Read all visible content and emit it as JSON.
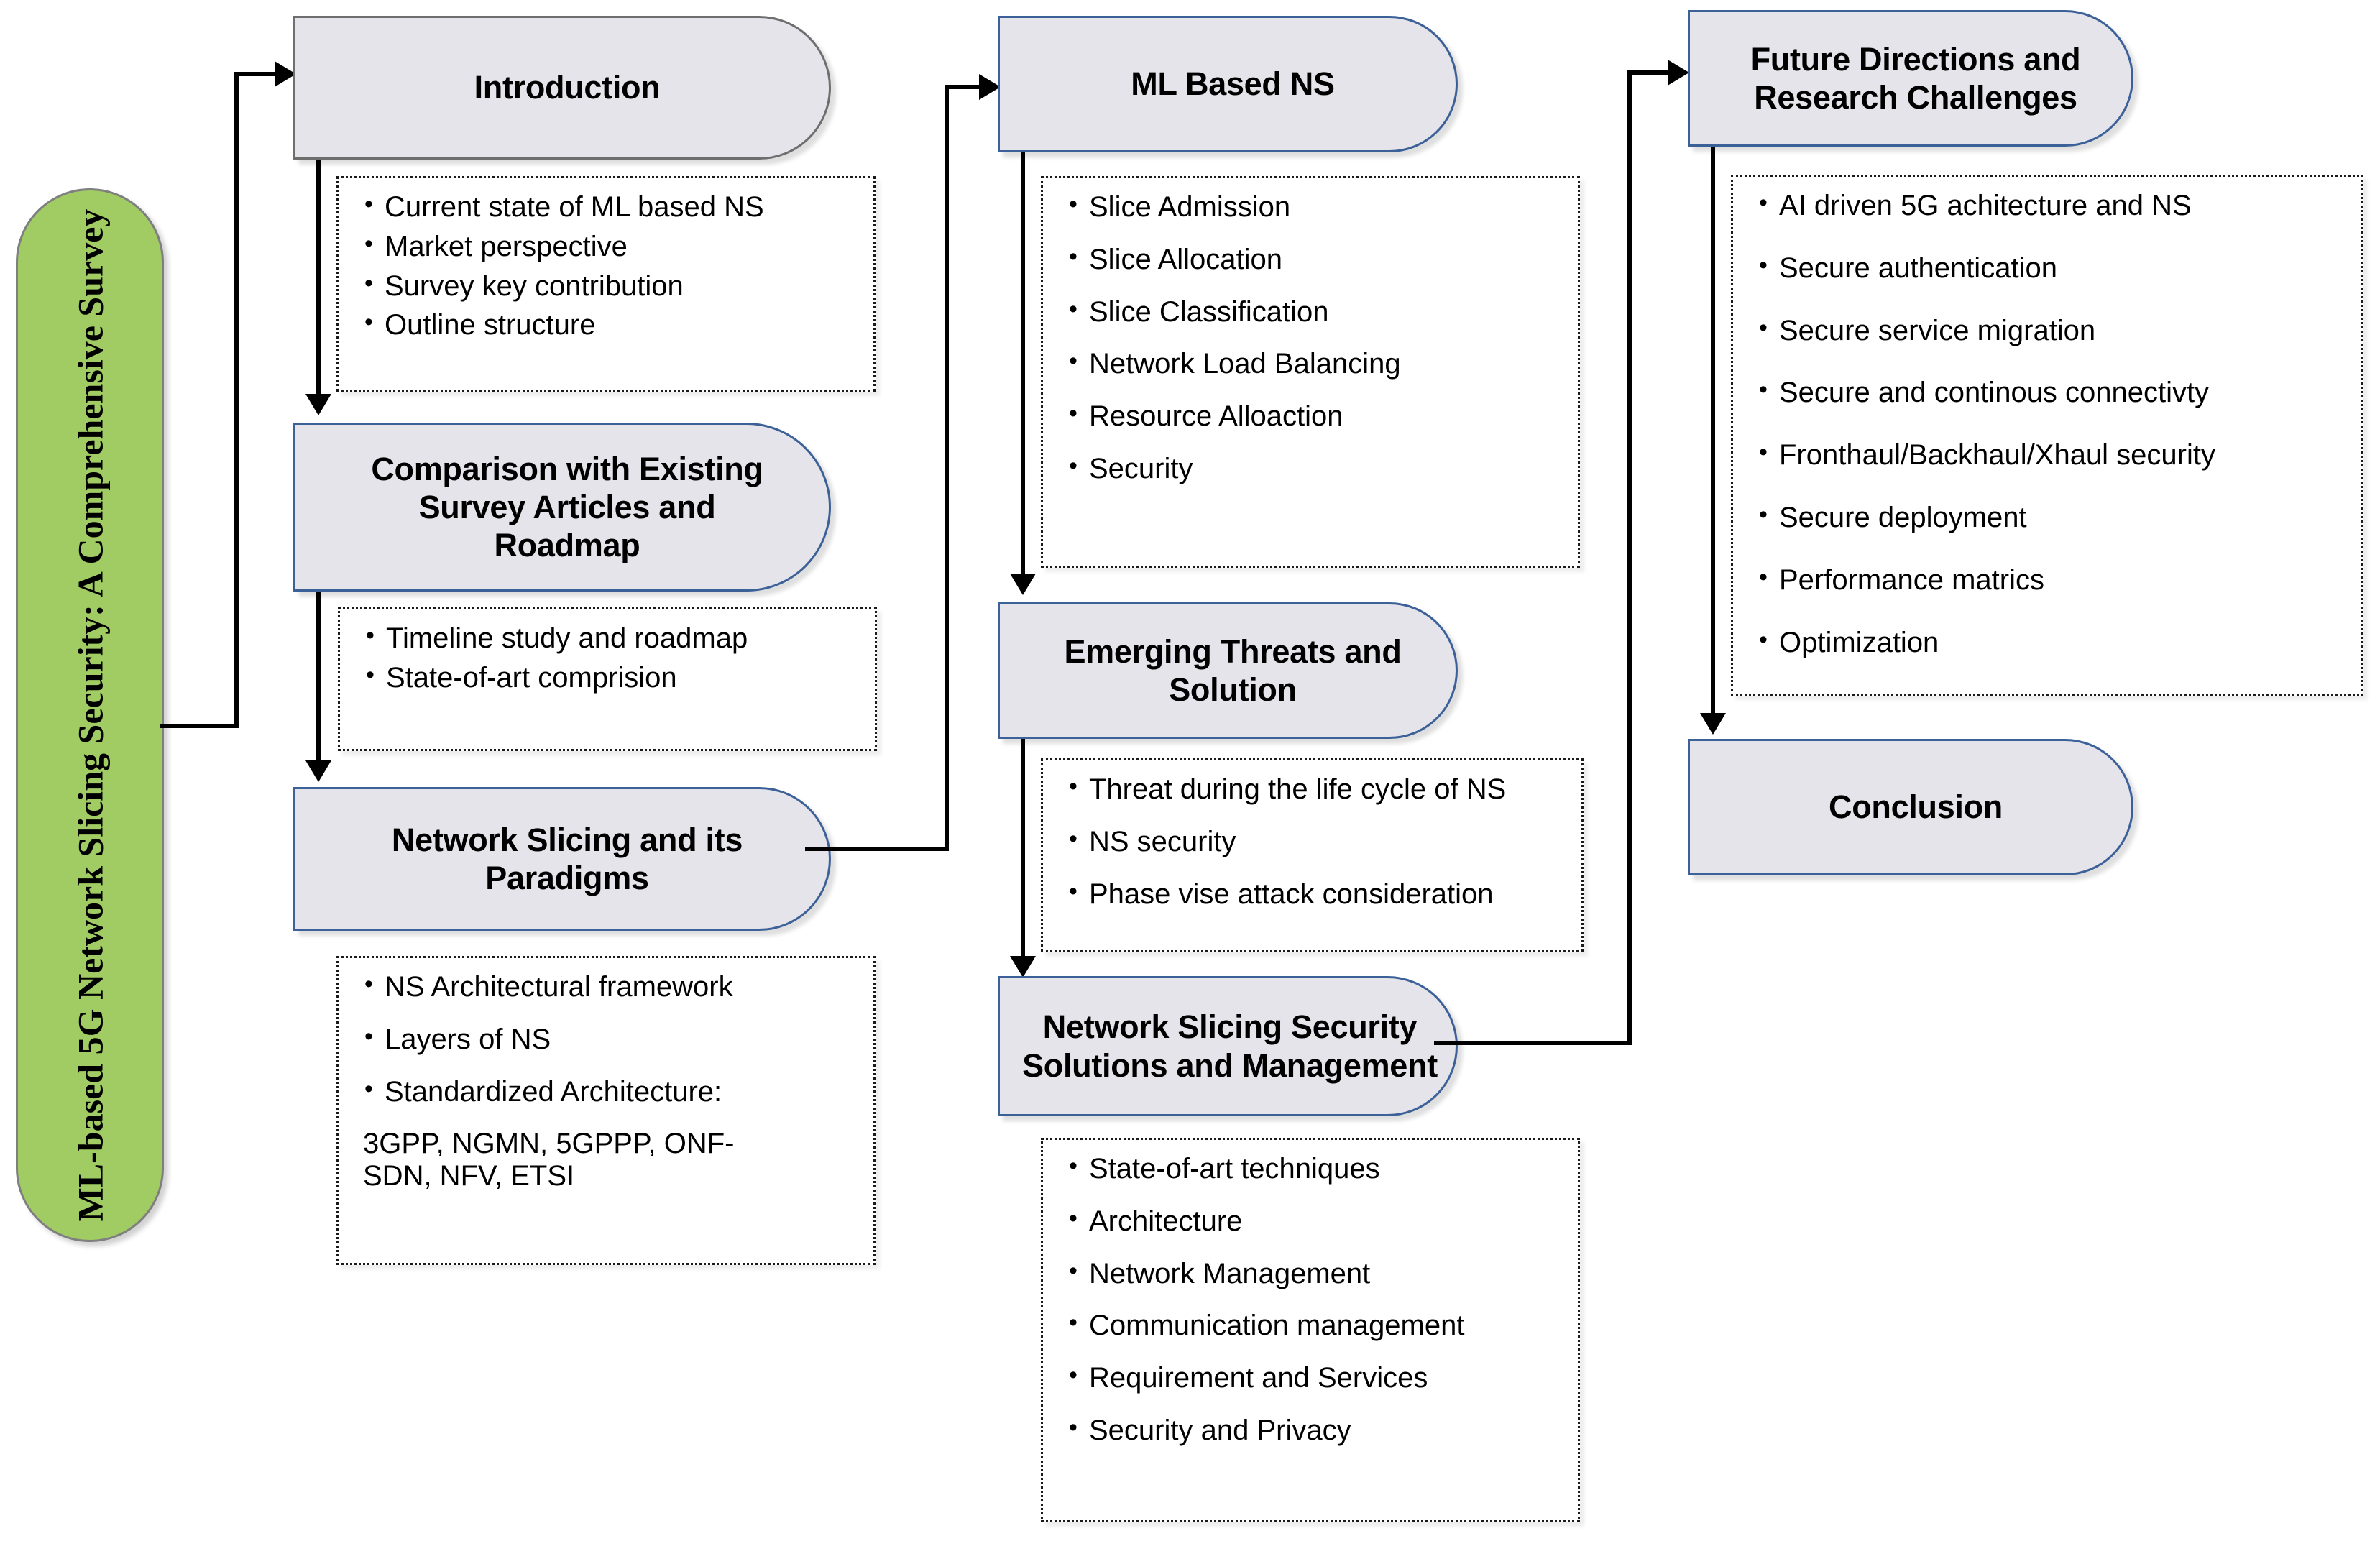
{
  "banner": {
    "label": "ML-based 5G Network Slicing Security: A\nComprehensive Survey",
    "color": "#A0CC63"
  },
  "colors": {
    "node_fill": "#E4E4EA",
    "node_border_blue": "#3C6098",
    "node_border_gray": "#6E6E6E",
    "banner_green": "#A0CC63",
    "connector": "#000000"
  },
  "columns": [
    {
      "name": "left",
      "sections": [
        {
          "title": "Introduction",
          "border": "gray",
          "bullets": [
            "Current state of ML based NS",
            "Market perspective",
            "Survey key contribution",
            "Outline structure"
          ]
        },
        {
          "title": "Comparison with Existing\nSurvey Articles and\nRoadmap",
          "border": "blue",
          "bullets": [
            "Timeline study and roadmap",
            "State-of-art comprision"
          ]
        },
        {
          "title": "Network Slicing and its\nParadigms",
          "border": "blue",
          "bullets": [
            "NS Architectural framework",
            "Layers of NS",
            "Standardized Architecture:",
            "3GPP, NGMN, 5GPPP, ONF-\nSDN, NFV, ETSI"
          ]
        }
      ]
    },
    {
      "name": "middle",
      "sections": [
        {
          "title": "ML Based NS",
          "border": "blue",
          "bullets": [
            "Slice Admission",
            "Slice Allocation",
            "Slice Classification",
            "Network Load Balancing",
            "Resource Alloaction",
            "Security"
          ]
        },
        {
          "title": "Emerging Threats and\nSolution",
          "border": "blue",
          "bullets": [
            "Threat during the life cycle of NS",
            "NS security",
            "Phase vise attack consideration"
          ]
        },
        {
          "title": "Network Slicing Security\nSolutions and Management",
          "border": "blue",
          "bullets": [
            "State-of-art techniques",
            "Architecture",
            "Network Management",
            "Communication management",
            "Requirement and Services",
            "Security and Privacy"
          ]
        }
      ]
    },
    {
      "name": "right",
      "sections": [
        {
          "title": "Future Directions and\nResearch Challenges",
          "border": "blue",
          "bullets": [
            "AI driven 5G achitecture and NS",
            "Secure authentication",
            "Secure service migration",
            "Secure and continous connectivty",
            "Fronthaul/Backhaul/Xhaul security",
            "Secure deployment",
            "Performance matrics",
            "Optimization"
          ]
        },
        {
          "title": "Conclusion",
          "border": "blue",
          "bullets": []
        }
      ]
    }
  ]
}
